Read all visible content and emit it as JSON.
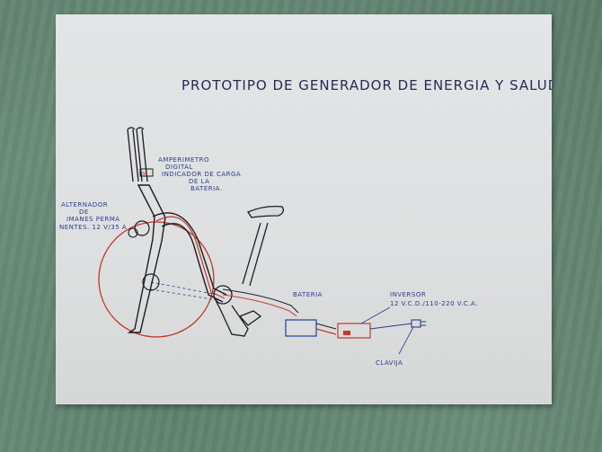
{
  "poster": {
    "title": "PROTOTIPO DE GENERADOR DE ENERGIA Y SALUDFISICA",
    "labels": {
      "amperimetro": [
        "AMPERIMETRO",
        "DIGITAL",
        "INDICADOR DE CARGA",
        "DE LA",
        "BATERIA."
      ],
      "alternador": [
        "ALTERNADOR",
        "DE",
        "IMANES PERMA",
        "NENTES. 12 V/35 A"
      ],
      "bateria": "BATERIA",
      "inversor": [
        "INVERSOR",
        "12 V.C.D./110-220 V.C.A."
      ],
      "clavija": "CLAVIJA"
    }
  },
  "colors": {
    "wall": "#6a8b78",
    "paper": "#e0e2e3",
    "ink_black": "#1c1c22",
    "ink_blue": "#2b3c8a",
    "ink_red": "#c0392b"
  }
}
